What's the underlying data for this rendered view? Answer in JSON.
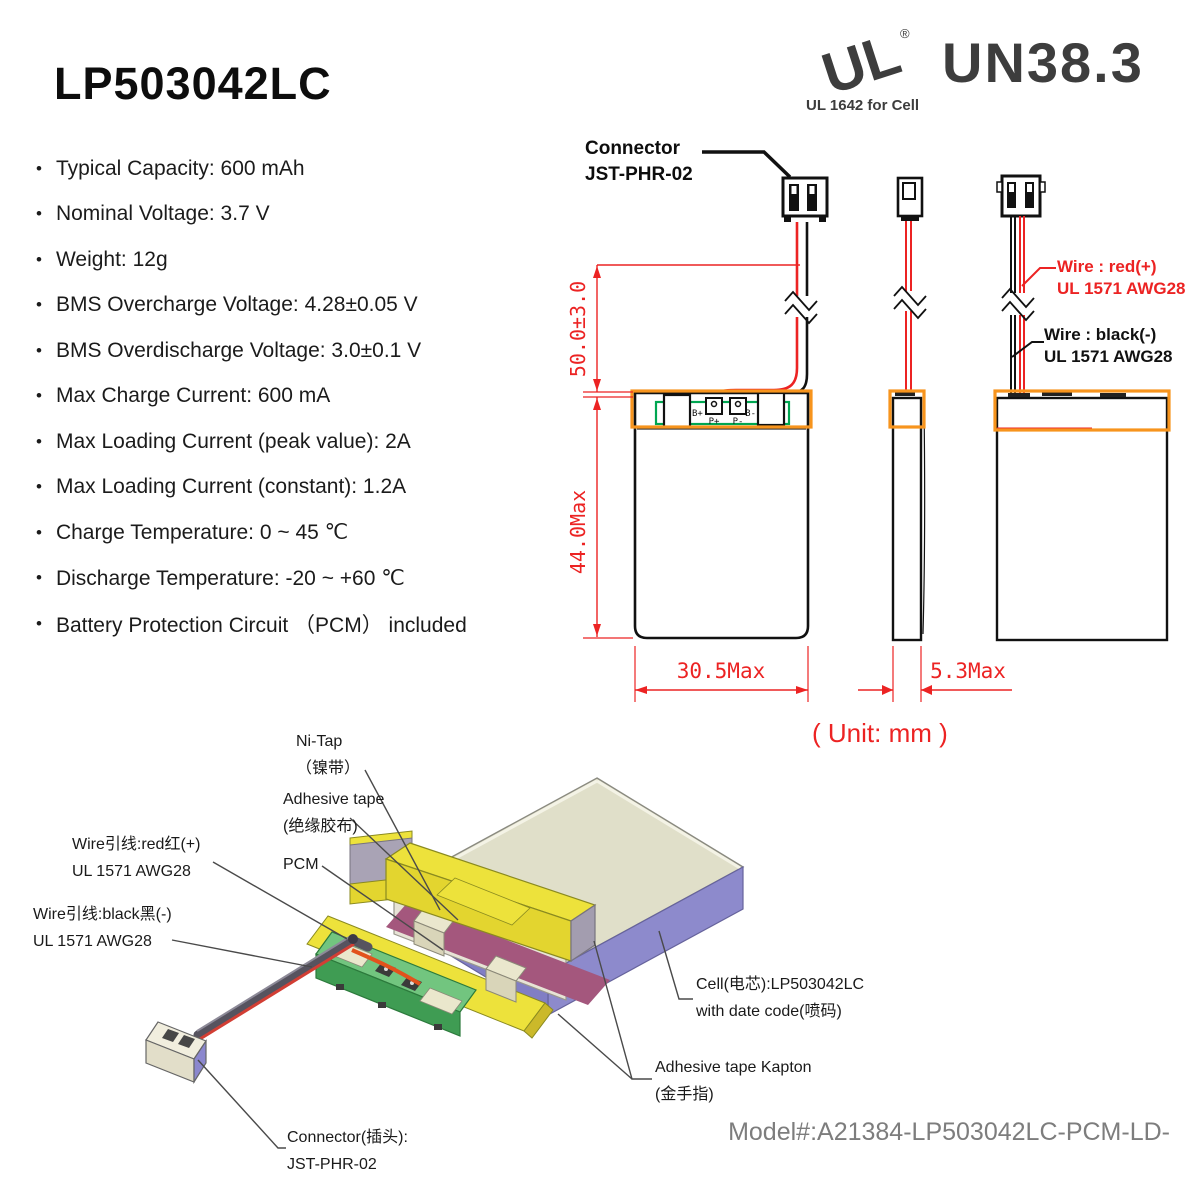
{
  "page": {
    "title": "LP503042LC",
    "unit_note": "( Unit: mm )",
    "model_number": "Model#:A21384-LP503042LC-PCM-LD-"
  },
  "certifications": {
    "ul_logo": "UL",
    "ul_registered": "®",
    "ul_caption": "UL 1642 for Cell",
    "un_text": "UN38.3"
  },
  "specs": [
    "Typical Capacity: 600 mAh",
    "Nominal Voltage: 3.7 V",
    "Weight: 12g",
    "BMS Overcharge Voltage: 4.28±0.05 V",
    "BMS Overdischarge Voltage: 3.0±0.1 V",
    "Max Charge Current: 600 mA",
    "Max Loading Current (peak value): 2A",
    "Max Loading Current (constant): 1.2A",
    "Charge Temperature: 0 ~ 45 ℃",
    "Discharge Temperature: -20 ~ +60 ℃",
    "Battery Protection Circuit （PCM） included"
  ],
  "drawing": {
    "connector_label": {
      "line1": "Connector",
      "line2": "JST-PHR-02"
    },
    "dimensions": {
      "wire_length": "50.0±3.0",
      "body_height": "44.0Max",
      "body_width": "30.5Max",
      "body_thickness": "5.3Max"
    },
    "wire_red_label": {
      "line1": "Wire : red(+)",
      "line2": "UL 1571 AWG28"
    },
    "wire_black_label": {
      "line1": "Wire : black(-)",
      "line2": "UL 1571 AWG28"
    },
    "pcb_labels": {
      "b_plus": "B+",
      "p_plus": "P+",
      "p_minus": "P-",
      "b_minus": "B-"
    }
  },
  "exploded_view": {
    "ni_tap": {
      "line1": "Ni-Tap",
      "line2": "（镍带）"
    },
    "adhesive_tape": {
      "line1": "Adhesive tape",
      "line2": "(绝缘胶布)"
    },
    "pcm_label": "PCM",
    "wire_red": {
      "line1": "Wire引线:red红(+)",
      "line2": "UL 1571 AWG28"
    },
    "wire_black": {
      "line1": "Wire引线:black黑(-)",
      "line2": "UL 1571 AWG28"
    },
    "connector": {
      "line1": "Connector(插头):",
      "line2": "JST-PHR-02"
    },
    "cell": {
      "line1": "Cell(电芯):LP503042LC",
      "line2": "with date code(喷码)"
    },
    "kapton": {
      "line1": "Adhesive tape Kapton",
      "line2": "(金手指)"
    }
  },
  "colors": {
    "accent_red": "#EC2323",
    "orange": "#F7941D",
    "pcb_green": "#00A651",
    "iso_yellow": "#EDE23B",
    "iso_purple": "#8D8ACC",
    "iso_maroon": "#A4577D",
    "iso_green": "#5FBC6F",
    "text_dark": "#1A1A1A",
    "text_gray": "#7D7D7D",
    "logo_gray": "#3D3D3D"
  }
}
